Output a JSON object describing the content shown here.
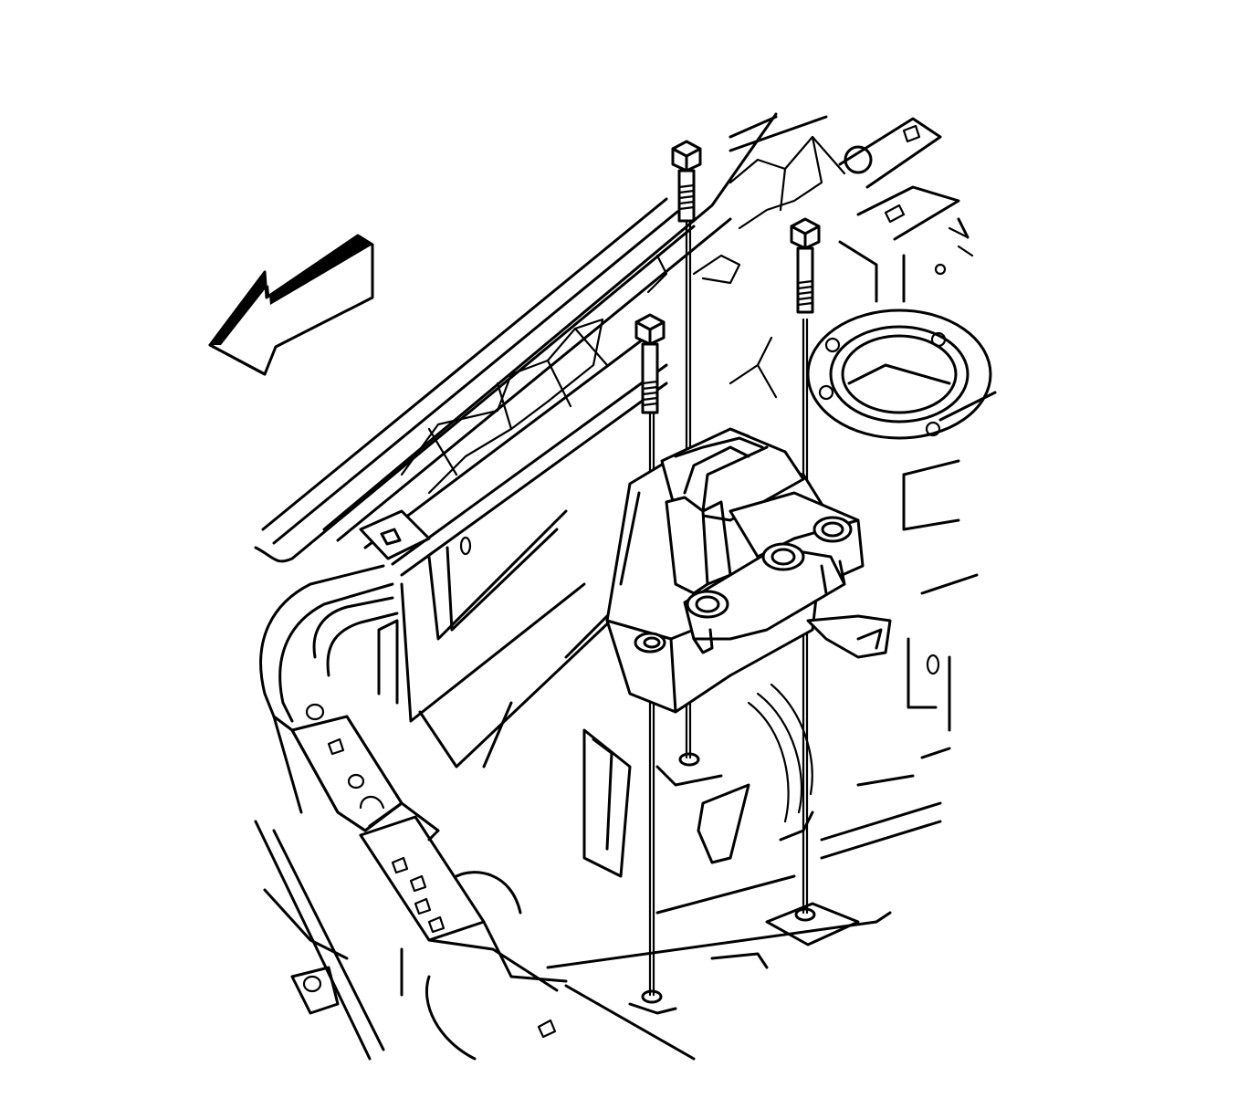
{
  "diagram": {
    "kind": "line-illustration",
    "subject": "mount-bracket-with-bolts",
    "stroke_color": "#000000",
    "background_color": "#ffffff",
    "icons": [
      "direction-arrow-icon",
      "bolt-icon",
      "mount-bracket-icon"
    ],
    "bolt_count": 3
  }
}
